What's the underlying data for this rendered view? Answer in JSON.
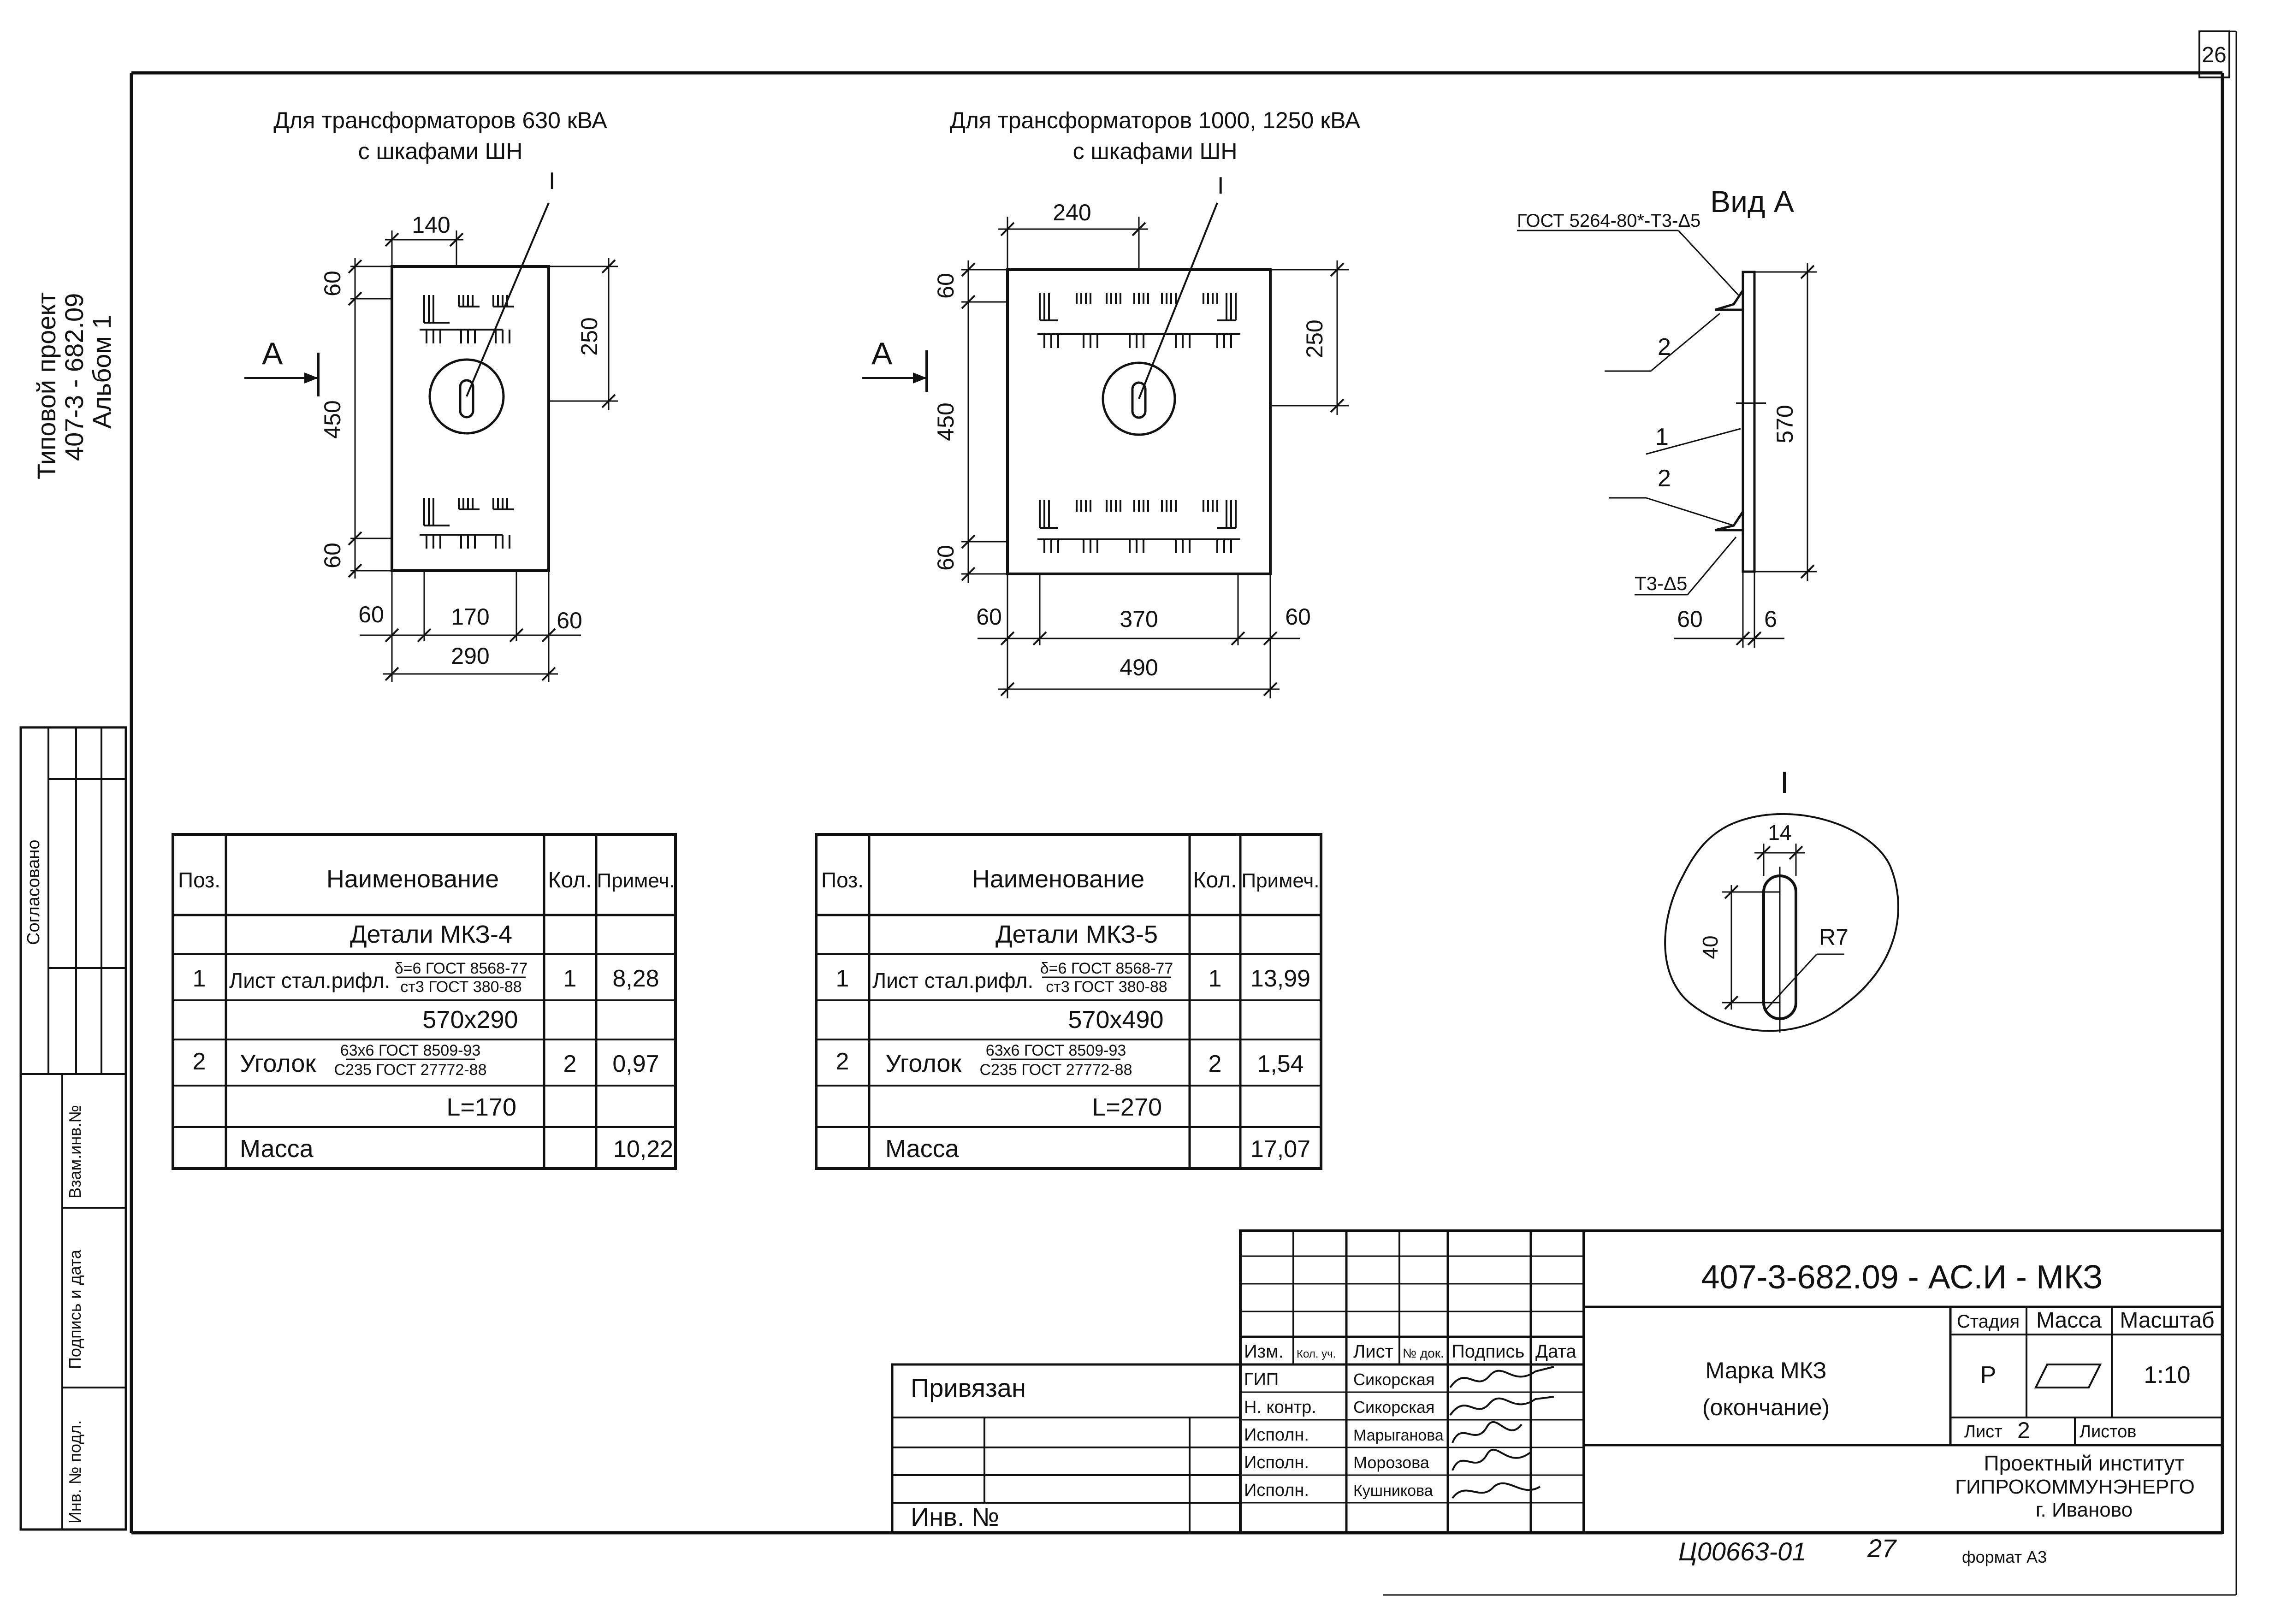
{
  "sheet_number": "26",
  "side_stamp": {
    "title": "Типовой проект",
    "code": "407-3 - 682.09",
    "album": "Альбом 1",
    "agreed": "Согласовано",
    "cells": [
      "Взам.инв.№",
      "Подпись и дата",
      "Инв. № подл."
    ]
  },
  "views": {
    "left_title": [
      "Для трансформаторов 630 кВА",
      "с шкафами ШН"
    ],
    "middle_title": [
      "Для трансформаторов 1000, 1250 кВА",
      "с шкафами ШН"
    ],
    "section_mark": "I",
    "arrow_label": "A",
    "left_dims": {
      "top": "140",
      "right": "250",
      "left_top": "60",
      "left_mid": "450",
      "left_bot": "60",
      "b1": "60",
      "b2": "170",
      "b3": "60",
      "total": "290"
    },
    "middle_dims": {
      "top": "240",
      "right": "250",
      "left_top": "60",
      "left_mid": "450",
      "left_bot": "60",
      "b1": "60",
      "b2": "370",
      "b3": "60",
      "total": "490"
    },
    "view_a": {
      "title": "Вид А",
      "gost": "ГОСТ 5264-80*-Т3-Δ5",
      "pos2a": "2",
      "pos1": "1",
      "pos2b": "2",
      "weld": "Т3-Δ5",
      "height": "570",
      "d1": "60",
      "d2": "6"
    },
    "detail": {
      "title": "I",
      "width": "14",
      "length": "40",
      "radius": "R7"
    }
  },
  "tables": [
    {
      "headers": [
        "Поз.",
        "Наименование",
        "Кол.",
        "Примеч."
      ],
      "group": "Детали МКЗ-4",
      "rows": [
        {
          "pos": "1",
          "name": "Лист стал.рифл.",
          "num": "δ=6 ГОСТ 8568-77",
          "den": "ст3 ГОСТ 380-88",
          "qty": "1",
          "note": "8,28",
          "sub": "570x290"
        },
        {
          "pos": "2",
          "name": "Уголок",
          "num": "63x6 ГОСТ 8509-93",
          "den": "С235 ГОСТ 27772-88",
          "qty": "2",
          "note": "0,97",
          "sub": "L=170"
        }
      ],
      "mass_label": "Масса",
      "mass": "10,22"
    },
    {
      "headers": [
        "Поз.",
        "Наименование",
        "Кол.",
        "Примеч."
      ],
      "group": "Детали МКЗ-5",
      "rows": [
        {
          "pos": "1",
          "name": "Лист стал.рифл.",
          "num": "δ=6 ГОСТ 8568-77",
          "den": "ст3 ГОСТ 380-88",
          "qty": "1",
          "note": "13,99",
          "sub": "570x490"
        },
        {
          "pos": "2",
          "name": "Уголок",
          "num": "63x6 ГОСТ 8509-93",
          "den": "С235 ГОСТ 27772-88",
          "qty": "2",
          "note": "1,54",
          "sub": "L=270"
        }
      ],
      "mass_label": "Масса",
      "mass": "17,07"
    }
  ],
  "title_block": {
    "doc_code": "407-3-682.09 - АС.И - МКЗ",
    "headers": [
      "Изм.",
      "Кол. уч.",
      "Лист",
      "№ док.",
      "Подпись",
      "Дата"
    ],
    "people": [
      {
        "role": "ГИП",
        "name": "Сикорская"
      },
      {
        "role": "Н. контр.",
        "name": "Сикорская"
      },
      {
        "role": "Исполн.",
        "name": "Марыганова"
      },
      {
        "role": "Исполн.",
        "name": "Морозова"
      },
      {
        "role": "Исполн.",
        "name": "Кушникова"
      }
    ],
    "name_lines": [
      "Марка МКЗ",
      "(окончание)"
    ],
    "stage_header": "Стадия",
    "mass_header": "Масса",
    "scale_header": "Масштаб",
    "stage": "Р",
    "scale": "1:10",
    "sheet_label": "Лист",
    "sheet_value": "2",
    "sheets_label": "Листов",
    "org": [
      "Проектный институт",
      "ГИПРОКОММУНЭНЕРГО",
      "г. Иваново"
    ],
    "bound": "Привязан",
    "inv": "Инв. №"
  },
  "footer": {
    "handwritten_code": "Ц00663-01",
    "handwritten_num": "27",
    "format": "формат А3"
  }
}
